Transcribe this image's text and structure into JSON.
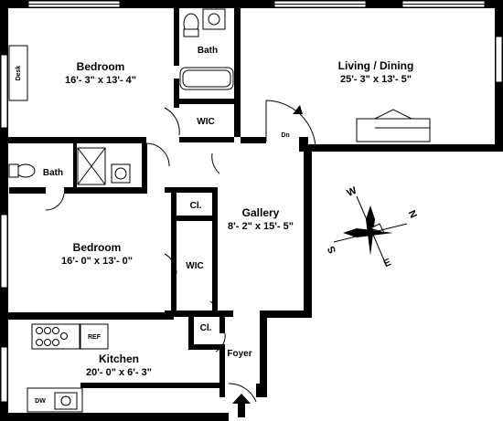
{
  "rooms": {
    "bedroom1": {
      "name": "Bedroom",
      "dims": "16'- 3\" x 13'- 4\""
    },
    "living": {
      "name": "Living / Dining",
      "dims": "25'- 3\" x 13'- 5\""
    },
    "gallery": {
      "name": "Gallery",
      "dims": "8'- 2\" x 15'- 5\""
    },
    "bedroom2": {
      "name": "Bedroom",
      "dims": "16'- 0\" x 13'- 0\""
    },
    "kitchen": {
      "name": "Kitchen",
      "dims": "20'- 0\" x 6'- 3\""
    }
  },
  "labels": {
    "bath_top": "Bath",
    "bath_left": "Bath",
    "wic_top": "WIC",
    "wic_mid": "WIC",
    "closet_upper": "Cl.",
    "closet_lower": "Cl.",
    "foyer": "Foyer",
    "desk": "Desk",
    "dn": "Dn",
    "ref": "REF",
    "dw": "DW"
  },
  "compass": {
    "n": "N",
    "s": "S",
    "e": "E",
    "w": "W"
  }
}
